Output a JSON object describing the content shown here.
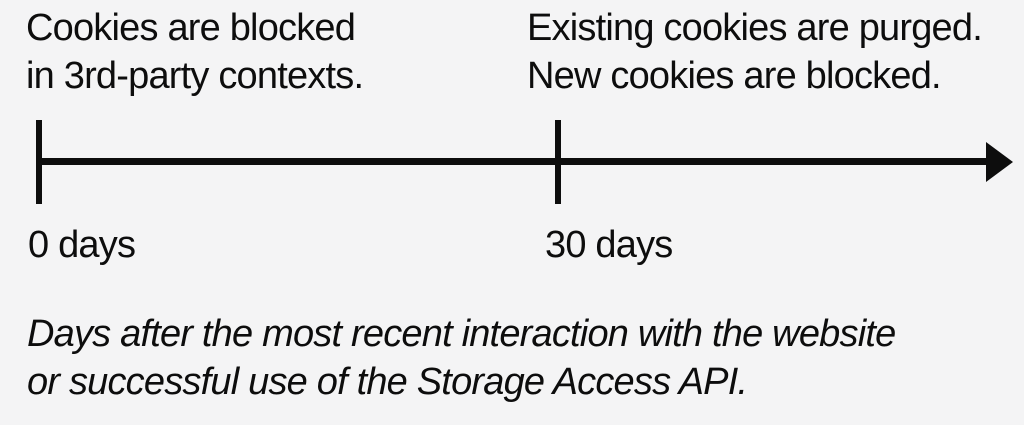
{
  "diagram": {
    "title_hint": "third-party cookie lifetime timeline",
    "label_left": {
      "line1": "Cookies are blocked",
      "line2": "in 3rd-party contexts."
    },
    "label_right": {
      "line1": "Existing cookies are purged.",
      "line2": "New cookies are blocked."
    },
    "ticks": {
      "left_label": "0 days",
      "left_value_days": 0,
      "right_label": "30 days",
      "right_value_days": 30
    },
    "caption": {
      "line1": "Days after the most recent interaction with the website",
      "line2": "or successful use of the Storage Access API."
    },
    "colors": {
      "background": "#f4f4f5",
      "ink": "#0d0d0d"
    }
  }
}
